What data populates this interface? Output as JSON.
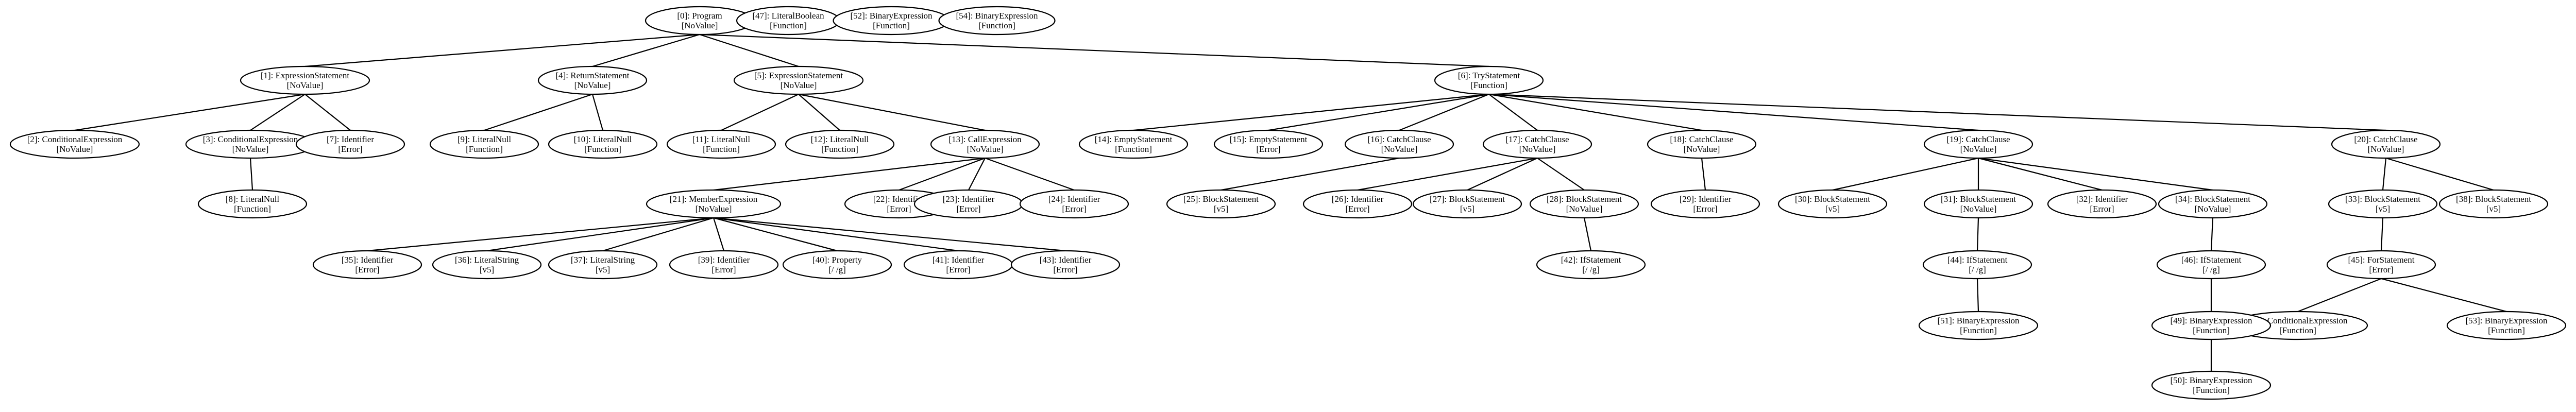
{
  "nodes": [
    {
      "id": 0,
      "name": "[0]: Program",
      "value": "[NoValue]"
    },
    {
      "id": 1,
      "name": "[1]: ExpressionStatement",
      "value": "[NoValue]"
    },
    {
      "id": 2,
      "name": "[2]: ConditionalExpression",
      "value": "[NoValue]"
    },
    {
      "id": 3,
      "name": "[3]: ConditionalExpression",
      "value": "[NoValue]"
    },
    {
      "id": 4,
      "name": "[4]: ReturnStatement",
      "value": "[NoValue]"
    },
    {
      "id": 5,
      "name": "[5]: ExpressionStatement",
      "value": "[NoValue]"
    },
    {
      "id": 6,
      "name": "[6]: TryStatement",
      "value": "[Function]"
    },
    {
      "id": 7,
      "name": "[7]: Identifier",
      "value": "[Error]"
    },
    {
      "id": 8,
      "name": "[8]: LiteralNull",
      "value": "[Function]"
    },
    {
      "id": 9,
      "name": "[9]: LiteralNull",
      "value": "[Function]"
    },
    {
      "id": 10,
      "name": "[10]: LiteralNull",
      "value": "[Function]"
    },
    {
      "id": 11,
      "name": "[11]: LiteralNull",
      "value": "[Function]"
    },
    {
      "id": 12,
      "name": "[12]: LiteralNull",
      "value": "[Function]"
    },
    {
      "id": 13,
      "name": "[13]: CallExpression",
      "value": "[NoValue]"
    },
    {
      "id": 14,
      "name": "[14]: EmptyStatement",
      "value": "[Function]"
    },
    {
      "id": 15,
      "name": "[15]: EmptyStatement",
      "value": "[Error]"
    },
    {
      "id": 16,
      "name": "[16]: CatchClause",
      "value": "[NoValue]"
    },
    {
      "id": 17,
      "name": "[17]: CatchClause",
      "value": "[NoValue]"
    },
    {
      "id": 18,
      "name": "[18]: CatchClause",
      "value": "[NoValue]"
    },
    {
      "id": 19,
      "name": "[19]: CatchClause",
      "value": "[NoValue]"
    },
    {
      "id": 20,
      "name": "[20]: CatchClause",
      "value": "[NoValue]"
    },
    {
      "id": 21,
      "name": "[21]: MemberExpression",
      "value": "[NoValue]"
    },
    {
      "id": 22,
      "name": "[22]: Identifier",
      "value": "[Error]"
    },
    {
      "id": 23,
      "name": "[23]: Identifier",
      "value": "[Error]"
    },
    {
      "id": 24,
      "name": "[24]: Identifier",
      "value": "[Error]"
    },
    {
      "id": 25,
      "name": "[25]: BlockStatement",
      "value": "[v5]"
    },
    {
      "id": 26,
      "name": "[26]: Identifier",
      "value": "[Error]"
    },
    {
      "id": 27,
      "name": "[27]: BlockStatement",
      "value": "[v5]"
    },
    {
      "id": 28,
      "name": "[28]: BlockStatement",
      "value": "[NoValue]"
    },
    {
      "id": 29,
      "name": "[29]: Identifier",
      "value": "[Error]"
    },
    {
      "id": 30,
      "name": "[30]: BlockStatement",
      "value": "[v5]"
    },
    {
      "id": 31,
      "name": "[31]: BlockStatement",
      "value": "[NoValue]"
    },
    {
      "id": 32,
      "name": "[32]: Identifier",
      "value": "[Error]"
    },
    {
      "id": 33,
      "name": "[33]: BlockStatement",
      "value": "[v5]"
    },
    {
      "id": 34,
      "name": "[34]: BlockStatement",
      "value": "[NoValue]"
    },
    {
      "id": 35,
      "name": "[35]: Identifier",
      "value": "[Error]"
    },
    {
      "id": 36,
      "name": "[36]: LiteralString",
      "value": "[v5]"
    },
    {
      "id": 37,
      "name": "[37]: LiteralString",
      "value": "[v5]"
    },
    {
      "id": 38,
      "name": "[38]: BlockStatement",
      "value": "[v5]"
    },
    {
      "id": 39,
      "name": "[39]: Identifier",
      "value": "[Error]"
    },
    {
      "id": 40,
      "name": "[40]: Property",
      "value": "[/ /g]"
    },
    {
      "id": 41,
      "name": "[41]: Identifier",
      "value": "[Error]"
    },
    {
      "id": 42,
      "name": "[42]: IfStatement",
      "value": "[/ /g]"
    },
    {
      "id": 43,
      "name": "[43]: Identifier",
      "value": "[Error]"
    },
    {
      "id": 44,
      "name": "[44]: IfStatement",
      "value": "[/ /g]"
    },
    {
      "id": 45,
      "name": "[45]: ForStatement",
      "value": "[Error]"
    },
    {
      "id": 46,
      "name": "[46]: IfStatement",
      "value": "[/ /g]"
    },
    {
      "id": 47,
      "name": "[47]: LiteralBoolean",
      "value": "[Function]"
    },
    {
      "id": 48,
      "name": "[48]: ConditionalExpression",
      "value": "[Function]"
    },
    {
      "id": 49,
      "name": "[49]: BinaryExpression",
      "value": "[Function]"
    },
    {
      "id": 50,
      "name": "[50]: BinaryExpression",
      "value": "[Function]"
    },
    {
      "id": 51,
      "name": "[51]: BinaryExpression",
      "value": "[Function]"
    },
    {
      "id": 52,
      "name": "[52]: BinaryExpression",
      "value": "[Function]"
    },
    {
      "id": 53,
      "name": "[53]: BinaryExpression",
      "value": "[Function]"
    },
    {
      "id": 54,
      "name": "[54]: BinaryExpression",
      "value": "[Function]"
    }
  ],
  "edges": [
    [
      0,
      1
    ],
    [
      0,
      4
    ],
    [
      0,
      5
    ],
    [
      0,
      6
    ],
    [
      1,
      2
    ],
    [
      1,
      3
    ],
    [
      1,
      7
    ],
    [
      3,
      8
    ],
    [
      4,
      9
    ],
    [
      4,
      10
    ],
    [
      5,
      11
    ],
    [
      5,
      12
    ],
    [
      5,
      13
    ],
    [
      13,
      21
    ],
    [
      13,
      22
    ],
    [
      13,
      23
    ],
    [
      13,
      24
    ],
    [
      21,
      35
    ],
    [
      21,
      36
    ],
    [
      21,
      37
    ],
    [
      21,
      39
    ],
    [
      21,
      40
    ],
    [
      21,
      41
    ],
    [
      21,
      43
    ],
    [
      6,
      14
    ],
    [
      6,
      15
    ],
    [
      6,
      16
    ],
    [
      6,
      17
    ],
    [
      6,
      18
    ],
    [
      6,
      19
    ],
    [
      6,
      20
    ],
    [
      16,
      25
    ],
    [
      17,
      26
    ],
    [
      17,
      27
    ],
    [
      17,
      28
    ],
    [
      28,
      42
    ],
    [
      18,
      29
    ],
    [
      19,
      30
    ],
    [
      19,
      31
    ],
    [
      19,
      32
    ],
    [
      19,
      34
    ],
    [
      31,
      44
    ],
    [
      44,
      51
    ],
    [
      34,
      46
    ],
    [
      46,
      49
    ],
    [
      49,
      50
    ],
    [
      20,
      33
    ],
    [
      20,
      38
    ],
    [
      33,
      45
    ],
    [
      45,
      48
    ],
    [
      45,
      53
    ]
  ]
}
